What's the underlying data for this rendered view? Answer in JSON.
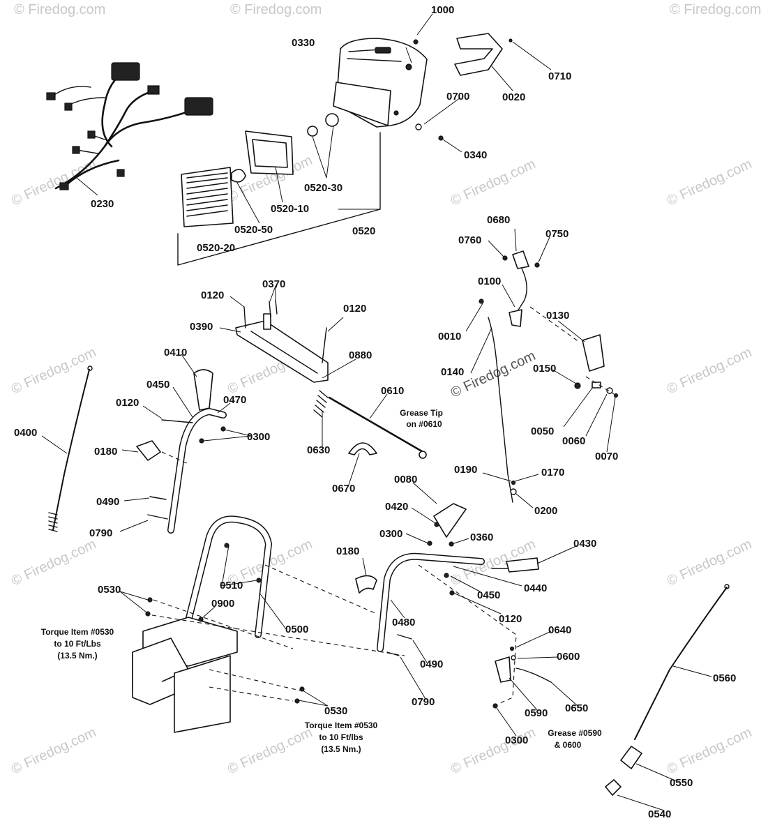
{
  "watermark": "© Firedog.com",
  "part_labels": {
    "p1000": "1000",
    "p0330": "0330",
    "p0710": "0710",
    "p0020": "0020",
    "p0700": "0700",
    "p0340": "0340",
    "p0230": "0230",
    "p0520_30": "0520-30",
    "p0520_10": "0520-10",
    "p0520_50": "0520-50",
    "p0520": "0520",
    "p0520_20": "0520-20",
    "p0680": "0680",
    "p0760": "0760",
    "p0750": "0750",
    "p0100": "0100",
    "p0010": "0010",
    "p0130": "0130",
    "p0140": "0140",
    "p0150": "0150",
    "p0050": "0050",
    "p0060": "0060",
    "p0070": "0070",
    "p0190": "0190",
    "p0170": "0170",
    "p0200": "0200",
    "p0120_a": "0120",
    "p0370": "0370",
    "p0390": "0390",
    "p0120_b": "0120",
    "p0880": "0880",
    "p0610": "0610",
    "p0630": "0630",
    "p0670": "0670",
    "p0410": "0410",
    "p0450_a": "0450",
    "p0470": "0470",
    "p0120_c": "0120",
    "p0300_a": "0300",
    "p0180_a": "0180",
    "p0400": "0400",
    "p0490_a": "0490",
    "p0790_a": "0790",
    "p0510": "0510",
    "p0530_a": "0530",
    "p0900": "0900",
    "p0500": "0500",
    "p0530_b": "0530",
    "p0080": "0080",
    "p0420": "0420",
    "p0300_b": "0300",
    "p0360": "0360",
    "p0430": "0430",
    "p0180_b": "0180",
    "p0440": "0440",
    "p0450_b": "0450",
    "p0120_d": "0120",
    "p0480": "0480",
    "p0490_b": "0490",
    "p0790_b": "0790",
    "p0640": "0640",
    "p0600": "0600",
    "p0650": "0650",
    "p0590": "0590",
    "p0300_c": "0300",
    "p0560": "0560",
    "p0550": "0550",
    "p0540": "0540"
  },
  "notes": {
    "grease_tip": [
      "Grease Tip",
      "on #0610"
    ],
    "torque_left": [
      "Torque Item #0530",
      "to 10 Ft/Lbs",
      "(13.5 Nm.)"
    ],
    "torque_bottom": [
      "Torque Item #0530",
      "to 10 Ft/lbs",
      "(13.5 Nm.)"
    ],
    "grease_0590": [
      "Grease #0590",
      "& 0600"
    ]
  },
  "colors": {
    "ink": "#111111",
    "watermark": "#c8c8c8",
    "background": "#ffffff"
  }
}
